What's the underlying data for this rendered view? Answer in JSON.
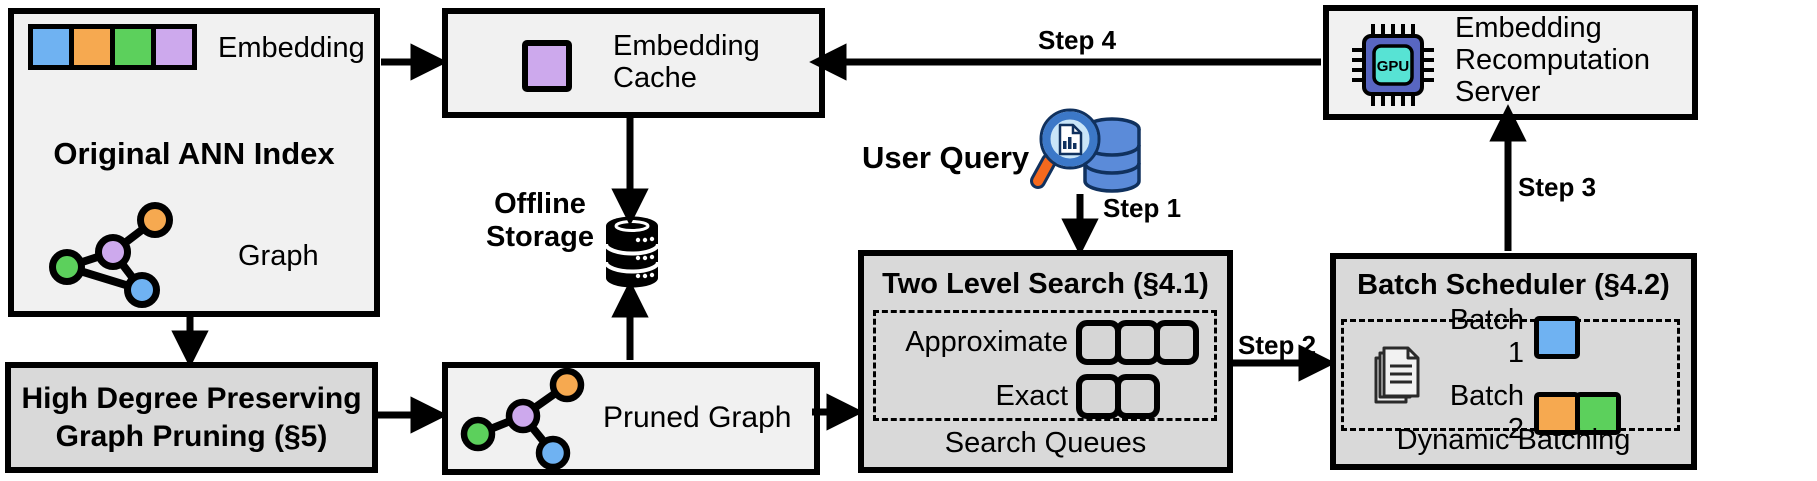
{
  "colors": {
    "blue": "#6FB2F2",
    "orange": "#F6A950",
    "green": "#5CD05C",
    "purple": "#CDA9ED",
    "box_light": "#f1f1f1",
    "box_dark": "#d9d9d9",
    "queue_fill": "#d6d6d6",
    "gpu_outer": "#5866C1",
    "gpu_inner": "#57E3D4",
    "query_db_fill": "#5B8BD9",
    "query_lens_fill": "#C9E5F8",
    "query_rim": "#3C78C8",
    "query_handle": "#F4691E"
  },
  "ann_index": {
    "embedding_label": "Embedding",
    "title": "Original ANN Index",
    "graph_label": "Graph"
  },
  "embedding_cache": {
    "label": "Embedding\nCache"
  },
  "recomputation_server": {
    "label": "Embedding\nRecomputation\nServer",
    "gpu_text": "GPU"
  },
  "offline_storage": {
    "label": "Offline\nStorage"
  },
  "user_query": {
    "label": "User Query"
  },
  "high_degree_pruning": {
    "label": "High Degree Preserving\nGraph Pruning (§5)"
  },
  "pruned_graph": {
    "label": "Pruned Graph"
  },
  "two_level_search": {
    "title": "Two Level Search (§4.1)",
    "approximate_label": "Approximate",
    "exact_label": "Exact",
    "footer": "Search Queues"
  },
  "batch_scheduler": {
    "title": "Batch Scheduler (§4.2)",
    "batch1_label": "Batch 1",
    "batch2_label": "Batch 2",
    "footer": "Dynamic Batching"
  },
  "steps": {
    "step1": "Step 1",
    "step2": "Step 2",
    "step3": "Step 3",
    "step4": "Step 4"
  }
}
